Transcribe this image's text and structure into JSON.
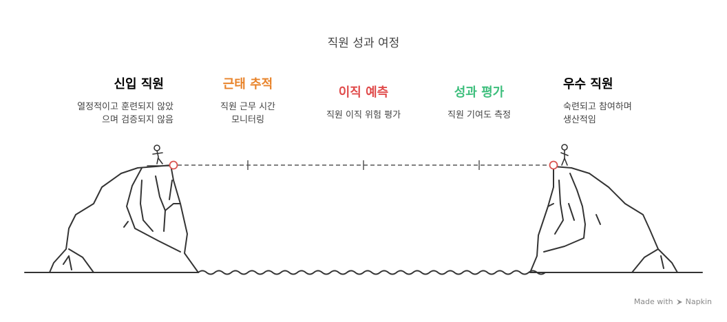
{
  "title": "직원 성과 여정",
  "steps": [
    {
      "title": "신입 직원",
      "desc": [
        "열정적이고 훈련되지 않았",
        "으며 검증되지 않음"
      ],
      "color": "#333333"
    },
    {
      "title": "근태 추적",
      "desc": [
        "직원 근무 시간",
        "모니터링"
      ],
      "color": "#E8832A"
    },
    {
      "title": "이직 예측",
      "desc": [
        "직원 이직 위험 평가"
      ],
      "color": "#E04B4B"
    },
    {
      "title": "성과 평가",
      "desc": [
        "직원 기여도 측정"
      ],
      "color": "#3DBE7C"
    },
    {
      "title": "우수 직원",
      "desc": [
        "숙련되고 참여하며",
        "생산적임"
      ],
      "color": "#333333"
    }
  ],
  "brand": {
    "made_with": "Made with",
    "name": "Napkin"
  },
  "colors": {
    "line": "#555555",
    "marker": "#D9534F",
    "stroke": "#333333"
  }
}
